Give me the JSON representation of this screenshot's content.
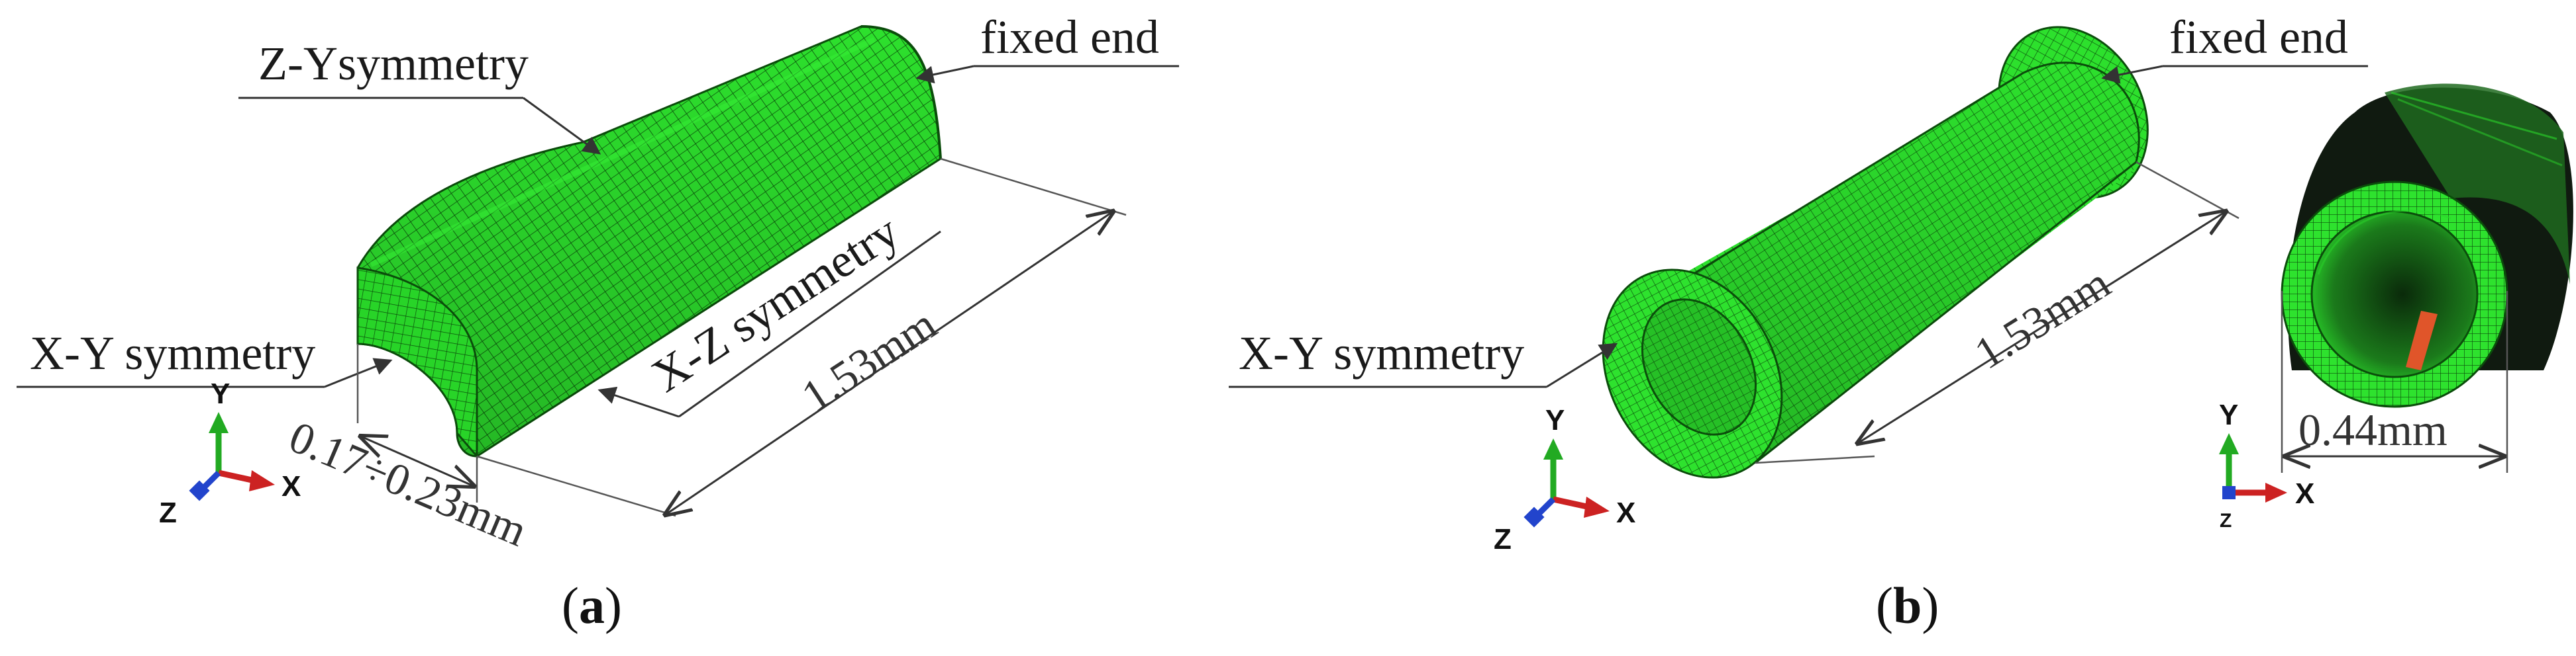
{
  "colors": {
    "mesh_fill": "#22dd22",
    "mesh_dark": "#118811",
    "mesh_line": "#0a4a0a",
    "highlight": "#e0552a",
    "axis_x": "#cc2222",
    "axis_y": "#22aa22",
    "axis_z": "#2244cc"
  },
  "icons": [
    "arrow-icon",
    "coordinate-triad-icon"
  ],
  "panel_a": {
    "caption_open": "(",
    "caption_letter": "a",
    "caption_close": ")",
    "labels": {
      "zy_symmetry": "Z-Ysymmetry",
      "fixed_end": "fixed end",
      "xz_symmetry": "X-Z symmetry",
      "xy_symmetry": "X-Y symmetry",
      "length": "1.53mm",
      "thickness": "0.17÷0.23mm"
    },
    "axes": {
      "x": "X",
      "y": "Y",
      "z": "Z"
    }
  },
  "panel_b": {
    "caption_open": "(",
    "caption_letter": "b",
    "caption_close": ")",
    "labels": {
      "fixed_end": "fixed end",
      "xy_symmetry": "X-Y symmetry",
      "length": "1.53mm",
      "diameter": "0.44mm"
    },
    "axes": {
      "x": "X",
      "y": "Y",
      "z": "Z"
    },
    "front_axes": {
      "x": "X",
      "y": "Y",
      "z": "Z"
    }
  }
}
